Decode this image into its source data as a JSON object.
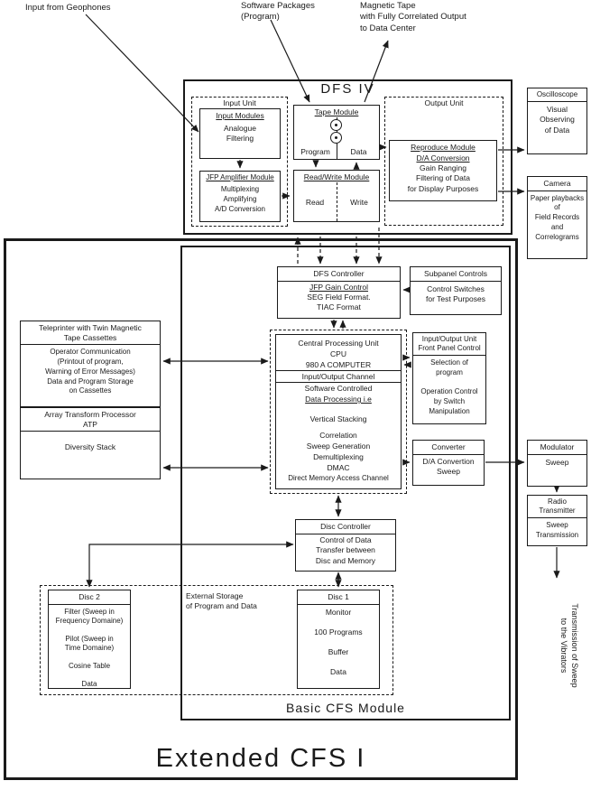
{
  "labels": {
    "input_from_geophones": "Input from Geophones",
    "software_packages": "Software Packages\n(Program)",
    "magnetic_tape": "Magnetic Tape\nwith Fully Correlated Output\nto Data Center",
    "dfs_iv": "DFS IV",
    "input_unit": "Input Unit",
    "output_unit": "Output Unit",
    "basic_cfs": "Basic CFS Module",
    "extended_cfs": "Extended CFS I",
    "external_storage": "External Storage\nof Program  and Data",
    "transmission": "Transmission of Sweep\nto the Vibrators"
  },
  "boxes": {
    "input_modules": {
      "title": "Input Modules",
      "body": "Analogue\nFiltering"
    },
    "jfp_amplifier": {
      "title": "JFP Amplifier Module",
      "body": "Multiplexing\nAmplifying\nA/D Conversion"
    },
    "tape_module": {
      "title": "Tape Module",
      "left_label": "Program",
      "right_label": "Data"
    },
    "read_write": {
      "title": "Read/Write Module",
      "left_label": "Read",
      "right_label": "Write"
    },
    "reproduce": {
      "title": "Reproduce Module",
      "line1": "D/A  Conversion",
      "rest": "Gain Ranging\nFiltering of Data\nfor Display Purposes"
    },
    "oscilloscope": {
      "title": "Oscilloscope",
      "body": "Visual\nObserving\nof Data"
    },
    "camera": {
      "title": "Camera",
      "body": "Paper playbacks\nof\nField Records\nand\nCorrelograms"
    },
    "dfs_controller": {
      "title": "DFS Controller",
      "line1": "JFP Gain Control",
      "rest": "SEG Field Format.\nTIAC Format"
    },
    "subpanel": {
      "title": "Subpanel Controls",
      "body": "Control  Switches\nfor Test Purposes"
    },
    "cpu": {
      "line1": "Central Processing Unit",
      "line2": "CPU",
      "line3": "980  A  COMPUTER",
      "line4": "Input/Output Channel",
      "line5": "Software Controlled",
      "line6": "Data Processing i.e",
      "line7": "Vertical Stacking",
      "line8": "Correlation",
      "line9": "Sweep Generation",
      "line10": "Demultiplexing",
      "line11": "DMAC",
      "line12": "Direct Memory Access Channel"
    },
    "io_unit": {
      "title": "Input/Output Unit\nFront Panel Control",
      "body": "Selection of\nprogram\n\nOperation Control\nby Switch\nManipulation"
    },
    "converter": {
      "title": "Converter",
      "body": "D/A Convertion\nSweep"
    },
    "teleprinter": {
      "title": "Teleprinter with Twin Magnetic\nTape  Cassettes",
      "body": "Operator Communication\n(Printout of program,\nWarning of Error Messages)\nData and Program Storage\non Cassettes"
    },
    "atp": {
      "title": "Array Transform Processor\nATP",
      "body": "Diversity Stack"
    },
    "disc_controller": {
      "title": "Disc Controller",
      "body": "Control of Data\nTransfer between\nDisc and Memory"
    },
    "disc1": {
      "title": "Disc 1",
      "body": "Monitor\n\n100 Programs\n\nBuffer\n\nData"
    },
    "disc2": {
      "title": "Disc 2",
      "body": "Filter (Sweep in\nFrequency Domaine)\n\nPilot (Sweep in\nTime Domaine)\n\nCosine Table\n\nData"
    },
    "modulator": {
      "title": "Modulator",
      "body": "Sweep"
    },
    "radio": {
      "title": "Radio\nTransmitter",
      "body": "Sweep\nTransmission"
    }
  }
}
